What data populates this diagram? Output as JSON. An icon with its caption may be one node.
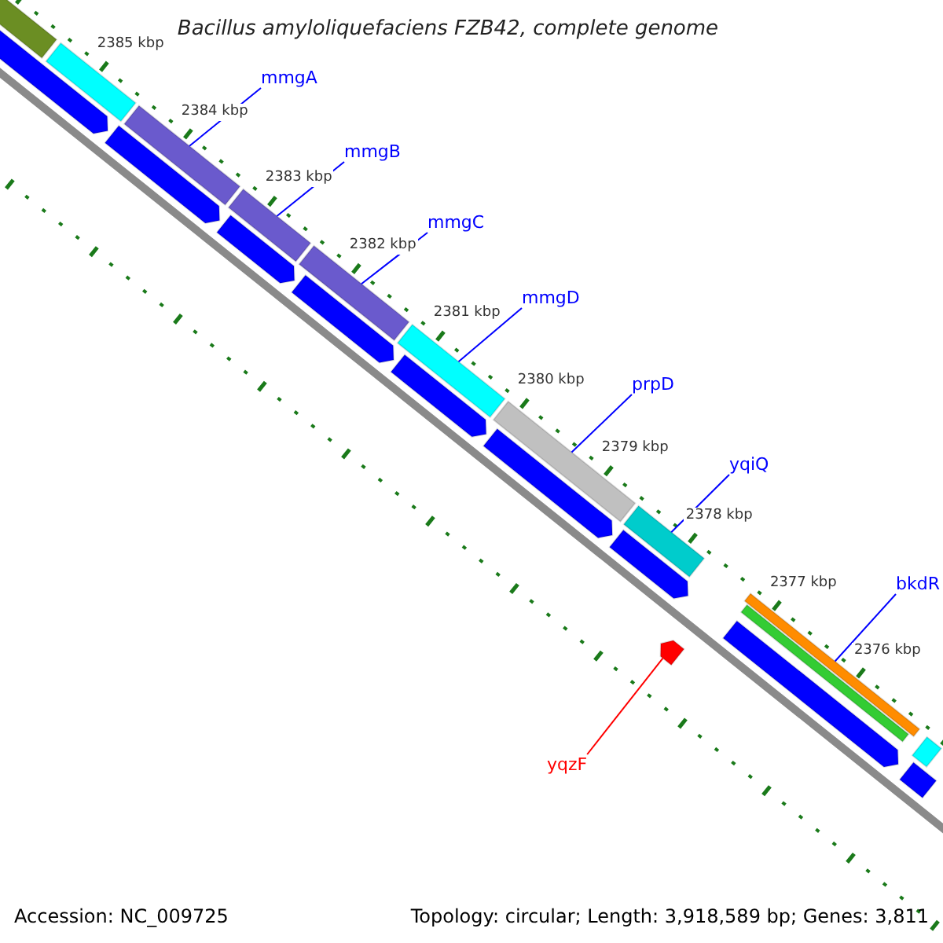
{
  "diagram": {
    "title": "Bacillus amyloliquefaciens FZB42, complete genome",
    "nodes": [
      {
        "text": [
          "mmgA"
        ]
      },
      {
        "text": [
          "mmgB"
        ]
      },
      {
        "text": [
          "mmgC"
        ]
      },
      {
        "text": [
          "mmgD"
        ]
      },
      {
        "text": [
          "prpD"
        ]
      },
      {
        "text": [
          "yqiQ"
        ]
      },
      {
        "text": [
          "bkdR"
        ]
      },
      {
        "text": [
          "yqzF"
        ]
      },
      {
        "text": [],
        "shape": "bar"
      },
      {
        "text": [],
        "shape": "bar"
      },
      {
        "text": [],
        "shape": "bar"
      },
      {
        "text": [],
        "shape": "bar"
      },
      {
        "text": [],
        "shape": "bar"
      },
      {
        "text": [],
        "shape": "bar"
      },
      {
        "text": [],
        "shape": "bar"
      },
      {
        "text": [],
        "shape": "bar"
      },
      {
        "text": [],
        "shape": "bar"
      },
      {
        "text": [],
        "shape": "bar"
      },
      {
        "text": [],
        "shape": "bar"
      },
      {
        "text": [],
        "shape": "bar"
      },
      {
        "text": [],
        "shape": "bar"
      },
      {
        "text": [],
        "shape": "bar"
      },
      {
        "text": [],
        "shape": "bar"
      },
      {
        "text": [],
        "shape": "bar"
      },
      {
        "text": [],
        "shape": "bar"
      },
      {
        "text": [],
        "shape": "bar"
      },
      {
        "text": [],
        "shape": "bar"
      },
      {
        "text": [],
        "shape": "bar"
      },
      {
        "text": [],
        "shape": "bar"
      }
    ],
    "edges": [
      {
        "from": 0,
        "to": 12,
        "arrow": "none"
      },
      {
        "from": 1,
        "to": 13,
        "arrow": "none"
      },
      {
        "from": 2,
        "to": 15,
        "arrow": "none"
      },
      {
        "from": 3,
        "to": 17,
        "arrow": "none"
      },
      {
        "from": 4,
        "to": 19,
        "arrow": "none"
      },
      {
        "from": 5,
        "to": 21,
        "arrow": "none"
      },
      {
        "from": 6,
        "to": 24,
        "arrow": "none"
      },
      {
        "from": 7,
        "to": 23,
        "arrow": "none",
        "color": "#ff0000"
      }
    ],
    "labels": [
      "2385 kbp",
      "2384 kbp",
      "2383 kbp",
      "2382 kbp",
      "2381 kbp",
      "2380 kbp",
      "2379 kbp",
      "2378 kbp",
      "2377 kbp",
      "2376 kbp",
      "Accession: NC_009725",
      "Topology: circular; Length: 3,918,589 bp; Genes: 3,811"
    ]
  }
}
